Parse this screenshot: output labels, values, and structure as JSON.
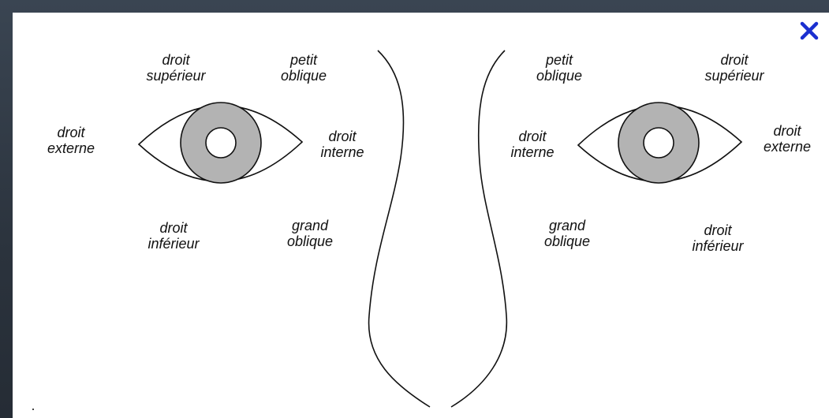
{
  "close_button": {
    "icon": "close-icon",
    "glyph": "✕",
    "color": "#1a2fd0"
  },
  "colors": {
    "iris": "#b3b3b3",
    "line": "#111111",
    "panel": "#ffffff"
  },
  "left_eye": {
    "droit_superieur": [
      "droit",
      "supérieur"
    ],
    "petit_oblique": [
      "petit",
      "oblique"
    ],
    "droit_externe": [
      "droit",
      "externe"
    ],
    "droit_interne": [
      "droit",
      "interne"
    ],
    "droit_inferieur": [
      "droit",
      "inférieur"
    ],
    "grand_oblique": [
      "grand",
      "oblique"
    ]
  },
  "right_eye": {
    "petit_oblique": [
      "petit",
      "oblique"
    ],
    "droit_superieur": [
      "droit",
      "supérieur"
    ],
    "droit_interne": [
      "droit",
      "interne"
    ],
    "droit_externe": [
      "droit",
      "externe"
    ],
    "grand_oblique": [
      "grand",
      "oblique"
    ],
    "droit_inferieur": [
      "droit",
      "inférieur"
    ]
  }
}
